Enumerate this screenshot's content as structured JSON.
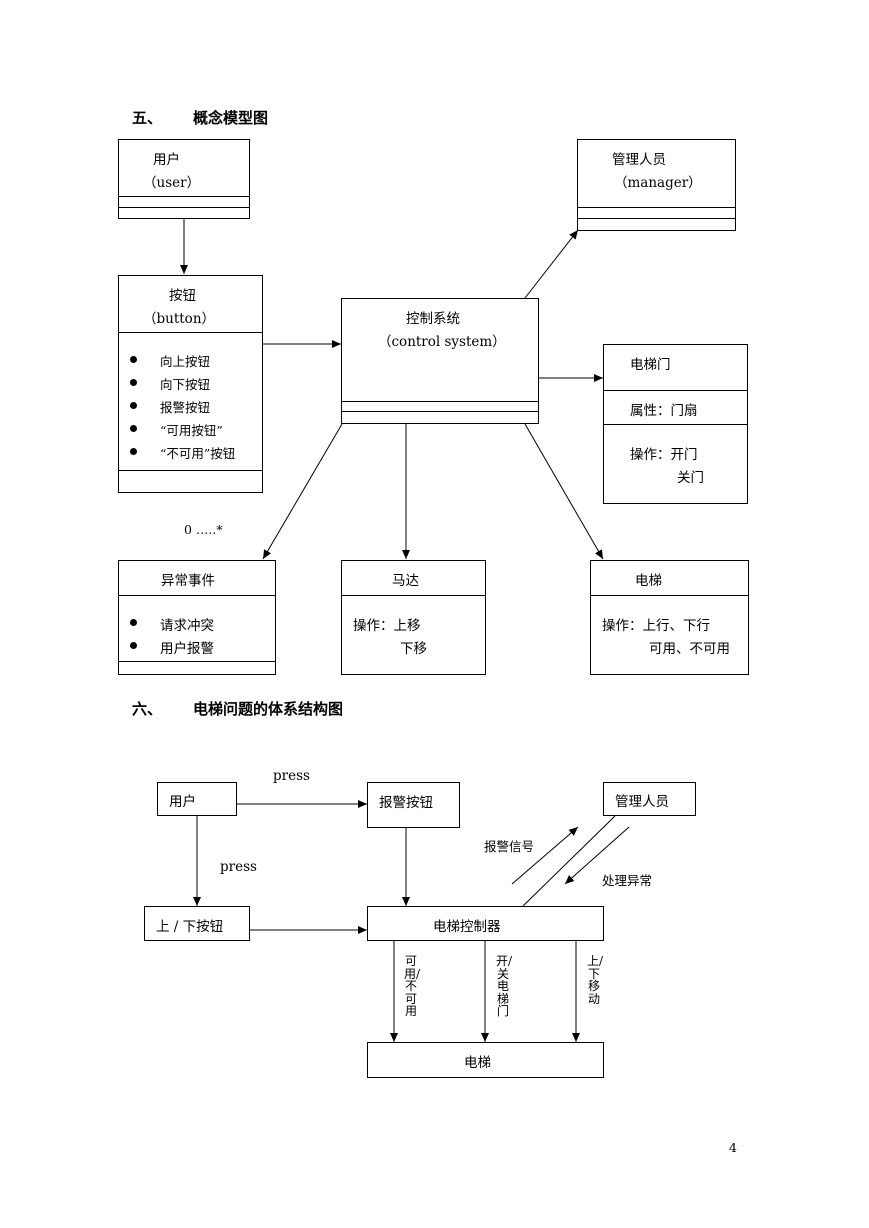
{
  "section5": {
    "number": "五、",
    "title": "概念模型图",
    "user": {
      "name": "用户",
      "en": "（user）"
    },
    "manager": {
      "name": "管理人员",
      "en": "（manager）"
    },
    "button": {
      "name": "按钮",
      "en": "（button）",
      "items": [
        "向上按钮",
        "向下按钮",
        "报警按钮",
        "“可用按钮”",
        "“不可用”按钮"
      ]
    },
    "control": {
      "name": "控制系统",
      "en": "（control system）"
    },
    "door": {
      "name": "电梯门",
      "attr": "属性：门扇",
      "op1": "操作：开门",
      "op2": "关门"
    },
    "exception": {
      "name": "异常事件",
      "items": [
        "请求冲突",
        "用户报警"
      ]
    },
    "motor": {
      "name": "马达",
      "op1": "操作：上移",
      "op2": "下移"
    },
    "elevator": {
      "name": "电梯",
      "op1": "操作：上行、下行",
      "op2": "可用、不可用"
    },
    "multiplicity": "0 …..*"
  },
  "section6": {
    "number": "六、",
    "title": "电梯问题的体系结构图",
    "user": "用户",
    "alarm_button": "报警按钮",
    "manager": "管理人员",
    "updown_button": "上 / 下按钮",
    "controller": "电梯控制器",
    "elevator": "电梯",
    "press1": "press",
    "press2": "press",
    "alarm_signal": "报警信号",
    "handle_exception": "处理异常",
    "v_available": "可用/不可用",
    "v_door": "开/关电梯门",
    "v_move": "上/下移动"
  },
  "page_number": "4"
}
